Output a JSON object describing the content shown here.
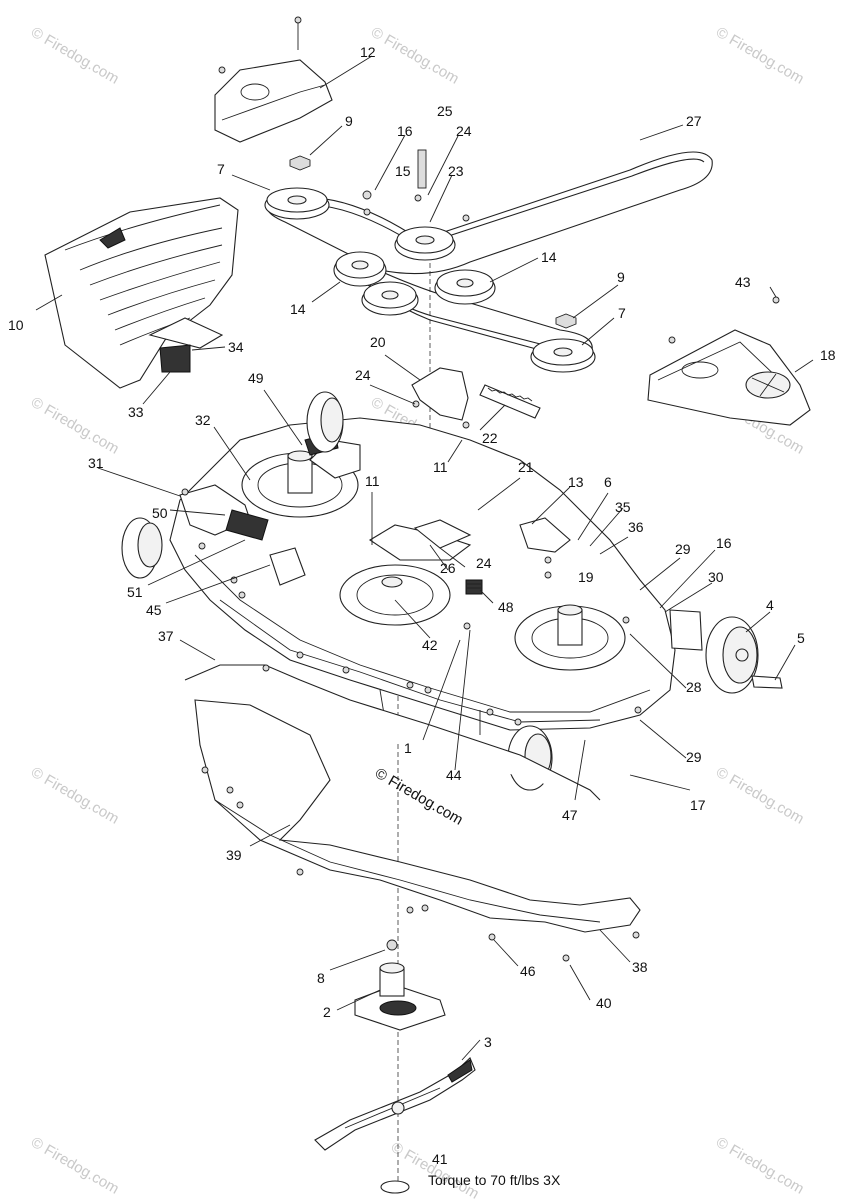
{
  "watermark": "© Firedog.com",
  "copyright": "© Firedog.com",
  "torque_note": "Torque to 70 ft/lbs 3X",
  "callouts": [
    {
      "id": "c1",
      "label": "1"
    },
    {
      "id": "c2",
      "label": "2"
    },
    {
      "id": "c3",
      "label": "3"
    },
    {
      "id": "c4",
      "label": "4"
    },
    {
      "id": "c5",
      "label": "5"
    },
    {
      "id": "c6",
      "label": "6"
    },
    {
      "id": "c7a",
      "label": "7"
    },
    {
      "id": "c7b",
      "label": "7"
    },
    {
      "id": "c8",
      "label": "8"
    },
    {
      "id": "c9a",
      "label": "9"
    },
    {
      "id": "c9b",
      "label": "9"
    },
    {
      "id": "c10",
      "label": "10"
    },
    {
      "id": "c11a",
      "label": "11"
    },
    {
      "id": "c11b",
      "label": "11"
    },
    {
      "id": "c12",
      "label": "12"
    },
    {
      "id": "c13",
      "label": "13"
    },
    {
      "id": "c14a",
      "label": "14"
    },
    {
      "id": "c14b",
      "label": "14"
    },
    {
      "id": "c15",
      "label": "15"
    },
    {
      "id": "c16a",
      "label": "16"
    },
    {
      "id": "c16b",
      "label": "16"
    },
    {
      "id": "c17",
      "label": "17"
    },
    {
      "id": "c18",
      "label": "18"
    },
    {
      "id": "c19",
      "label": "19"
    },
    {
      "id": "c20",
      "label": "20"
    },
    {
      "id": "c21",
      "label": "21"
    },
    {
      "id": "c22",
      "label": "22"
    },
    {
      "id": "c23",
      "label": "23"
    },
    {
      "id": "c24a",
      "label": "24"
    },
    {
      "id": "c24b",
      "label": "24"
    },
    {
      "id": "c24c",
      "label": "24"
    },
    {
      "id": "c25",
      "label": "25"
    },
    {
      "id": "c26",
      "label": "26"
    },
    {
      "id": "c27",
      "label": "27"
    },
    {
      "id": "c28",
      "label": "28"
    },
    {
      "id": "c29a",
      "label": "29"
    },
    {
      "id": "c29b",
      "label": "29"
    },
    {
      "id": "c30",
      "label": "30"
    },
    {
      "id": "c31",
      "label": "31"
    },
    {
      "id": "c32",
      "label": "32"
    },
    {
      "id": "c33",
      "label": "33"
    },
    {
      "id": "c34",
      "label": "34"
    },
    {
      "id": "c35",
      "label": "35"
    },
    {
      "id": "c36",
      "label": "36"
    },
    {
      "id": "c37",
      "label": "37"
    },
    {
      "id": "c38",
      "label": "38"
    },
    {
      "id": "c39",
      "label": "39"
    },
    {
      "id": "c40",
      "label": "40"
    },
    {
      "id": "c41",
      "label": "41"
    },
    {
      "id": "c42",
      "label": "42"
    },
    {
      "id": "c43",
      "label": "43"
    },
    {
      "id": "c44",
      "label": "44"
    },
    {
      "id": "c45",
      "label": "45"
    },
    {
      "id": "c46",
      "label": "46"
    },
    {
      "id": "c47",
      "label": "47"
    },
    {
      "id": "c48",
      "label": "48"
    },
    {
      "id": "c49",
      "label": "49"
    },
    {
      "id": "c50",
      "label": "50"
    },
    {
      "id": "c51",
      "label": "51"
    }
  ]
}
